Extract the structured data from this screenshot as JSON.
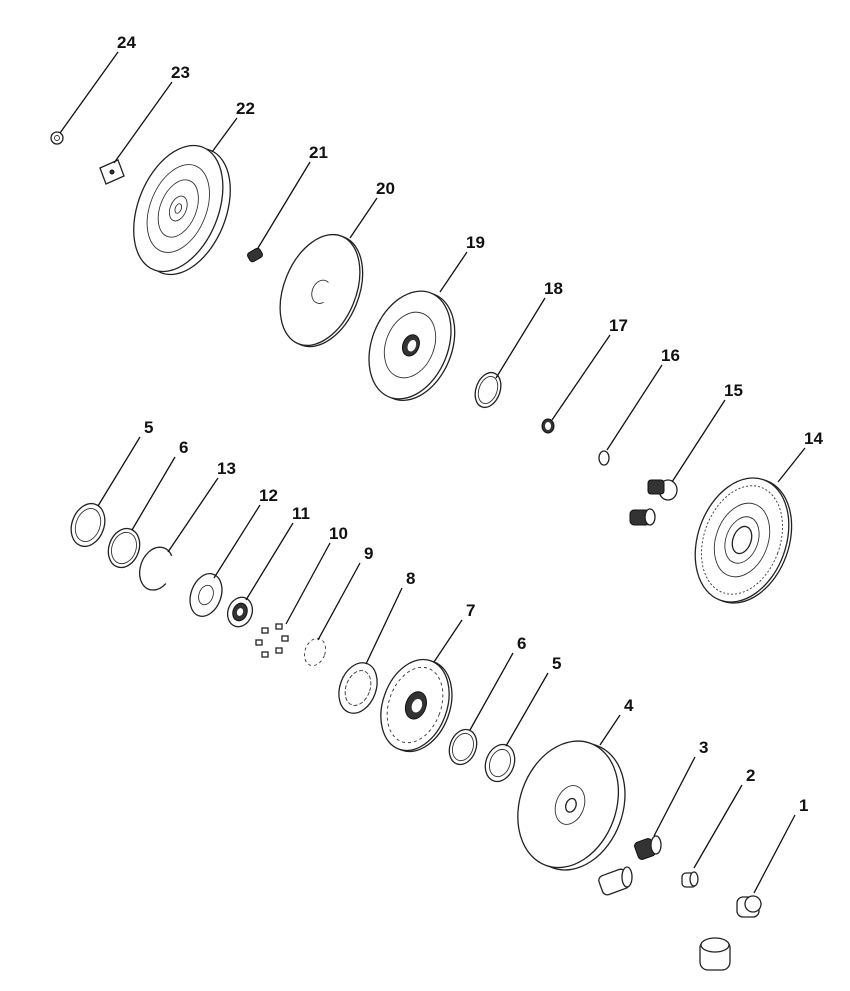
{
  "diagram": {
    "type": "exploded-parts-view",
    "callouts": [
      "24",
      "23",
      "22",
      "21",
      "20",
      "19",
      "18",
      "17",
      "16",
      "15",
      "14",
      "5",
      "6",
      "13",
      "12",
      "11",
      "10",
      "9",
      "8",
      "7",
      "6",
      "5",
      "4",
      "3",
      "2",
      "1"
    ]
  }
}
